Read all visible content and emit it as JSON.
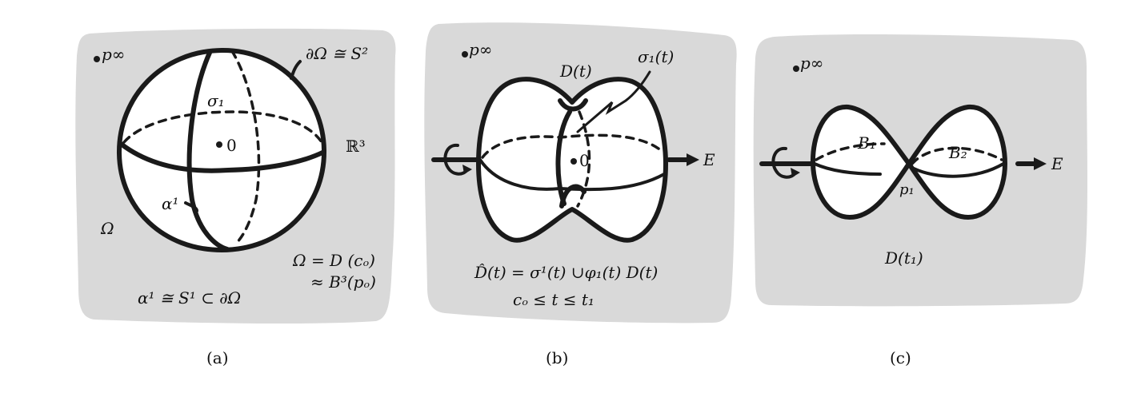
{
  "panel_a": {
    "caption": "(a)",
    "labels": {
      "p_infinity": "p∞",
      "boundary": "∂Ω ≅ S²",
      "sigma1": "σ₁",
      "origin": "0",
      "r3": "ℝ³",
      "alpha1": "α¹",
      "omega": "Ω",
      "omega_def": "Ω = D (cₒ)",
      "omega_approx": "≈ B³(pₒ)",
      "alpha_def": "α¹ ≅ S¹ ⊂ ∂Ω"
    }
  },
  "panel_b": {
    "caption": "(b)",
    "labels": {
      "p_infinity": "p∞",
      "dt": "D(t)",
      "sigma1t": "σ₁(t)",
      "origin": "0",
      "e": "E",
      "dhat_def": "D̂(t) = σ¹(t) ∪φ₁(t) D(t)",
      "range": "cₒ ≤ t ≤ t₁"
    }
  },
  "panel_c": {
    "caption": "(c)",
    "labels": {
      "p_infinity": "p∞",
      "b1": "B₁",
      "b2": "B₂",
      "p1": "p₁",
      "e": "E",
      "dt1": "D(t₁)"
    }
  }
}
